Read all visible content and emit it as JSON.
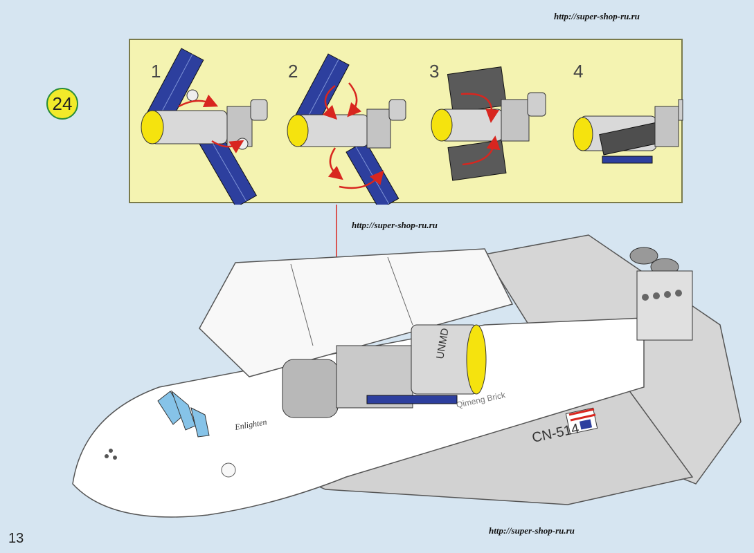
{
  "watermarks": {
    "top": "http://super-shop-ru.ru",
    "middle": "http://super-shop-ru.ru",
    "bottom": "http://super-shop-ru.ru"
  },
  "step": {
    "number": "24"
  },
  "substeps": [
    "1",
    "2",
    "3",
    "4"
  ],
  "page_number": "13",
  "labels": {
    "module_brand": "UNMD",
    "shuttle_name": "Enlighten",
    "shuttle_id": "CN-514",
    "side_text": "Qimeng Brick"
  },
  "colors": {
    "background": "#d6e5f1",
    "callout_fill": "#f4f3b1",
    "badge_fill": "#f2ea2a",
    "arrow_red": "#d8261f",
    "solar_blue": "#2d3f9e"
  }
}
